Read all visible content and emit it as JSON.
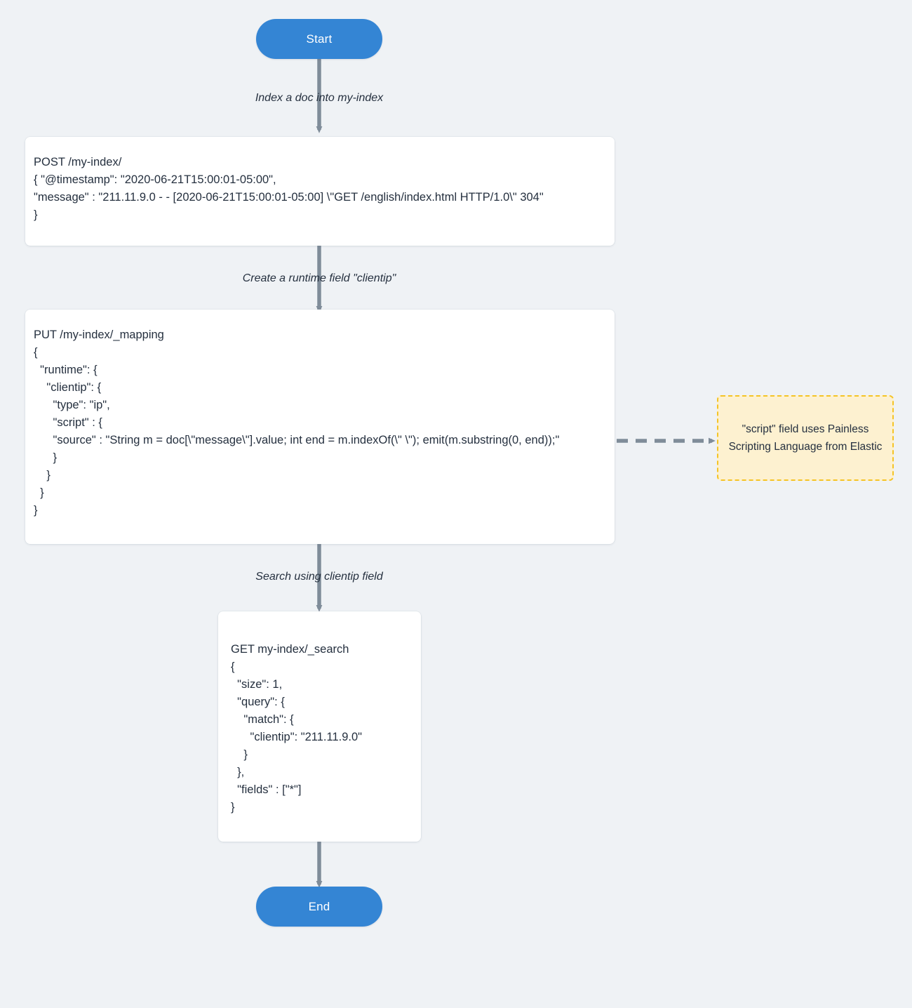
{
  "diagram": {
    "title": "Elasticsearch runtime field clientip flow",
    "background_color": "#eff2f5",
    "accent_color": "#3485d4",
    "note_border_color": "#f5c426",
    "note_fill_color": "#fdf1d0",
    "arrow_color": "#7f8c99",
    "text_color": "#25303f"
  },
  "nodes": {
    "start": {
      "label": "Start",
      "shape": "capsule"
    },
    "post_block": {
      "shape": "rect",
      "code": "POST /my-index/\n{ \"@timestamp\": \"2020-06-21T15:00:01-05:00\",\n\"message\" : \"211.11.9.0 - - [2020-06-21T15:00:01-05:00] \\\"GET /english/index.html HTTP/1.0\\\" 304\"\n}"
    },
    "put_block": {
      "shape": "rect",
      "code": "PUT /my-index/_mapping\n{\n  \"runtime\": {\n    \"clientip\": {\n      \"type\": \"ip\",\n      \"script\" : {\n      \"source\" : \"String m = doc[\\\"message\\\"].value; int end = m.indexOf(\\\" \\\"); emit(m.substring(0, end));\"\n      }\n    }\n  }\n}"
    },
    "get_block": {
      "shape": "rect",
      "code": "GET my-index/_search\n{\n  \"size\": 1,\n  \"query\": {\n    \"match\": {\n      \"clientip\": \"211.11.9.0\"\n    }\n  },\n  \"fields\" : [\"*\"]\n}"
    },
    "note": {
      "shape": "dashed-rect",
      "text": "\"script\" field uses Painless Scripting Language from Elastic"
    },
    "end": {
      "label": "End",
      "shape": "capsule"
    }
  },
  "edges": [
    {
      "from": "start",
      "to": "post_block",
      "label": "Index a doc into my-index",
      "style": "solid"
    },
    {
      "from": "post_block",
      "to": "put_block",
      "label": "Create a runtime field \"clientip\"",
      "style": "solid"
    },
    {
      "from": "put_block",
      "to": "note",
      "label": "",
      "style": "dashed"
    },
    {
      "from": "put_block",
      "to": "get_block",
      "label": "Search using clientip field",
      "style": "solid"
    },
    {
      "from": "get_block",
      "to": "end",
      "label": "",
      "style": "solid"
    }
  ]
}
